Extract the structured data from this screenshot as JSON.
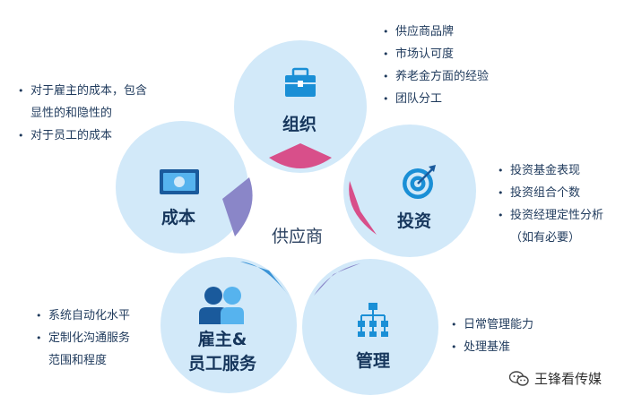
{
  "center": {
    "label": "供应商"
  },
  "colors": {
    "circle_fill": "#d2e9f9",
    "wedge_pink": "#d84f8a",
    "wedge_purple": "#8a86c8",
    "wedge_blue": "#3a93d6",
    "icon_blue": "#1a8fd6",
    "text_dark": "#1f3a5c"
  },
  "circles": {
    "org": {
      "label": "组织",
      "icon": "briefcase-icon",
      "bullets": [
        "供应商品牌",
        "市场认可度",
        "养老金方面的经验",
        "团队分工"
      ]
    },
    "invest": {
      "label": "投资",
      "icon": "target-icon",
      "bullets": [
        "投资基金表现",
        "投资组合个数",
        "投资经理定性分析",
        "（如有必要）"
      ]
    },
    "manage": {
      "label": "管理",
      "icon": "org-chart-icon",
      "bullets": [
        "日常管理能力",
        "处理基准"
      ]
    },
    "service": {
      "label_line1": "雇主&",
      "label_line2": "员工服务",
      "icon": "people-icon",
      "bullets": [
        "系统自动化水平",
        "定制化沟通服务",
        "范围和程度"
      ]
    },
    "cost": {
      "label": "成本",
      "icon": "money-icon",
      "bullets": [
        "对于雇主的成本，包含",
        "显性的和隐性的",
        "对于员工的成本"
      ]
    }
  },
  "watermark": {
    "text": "王锋看传媒"
  }
}
